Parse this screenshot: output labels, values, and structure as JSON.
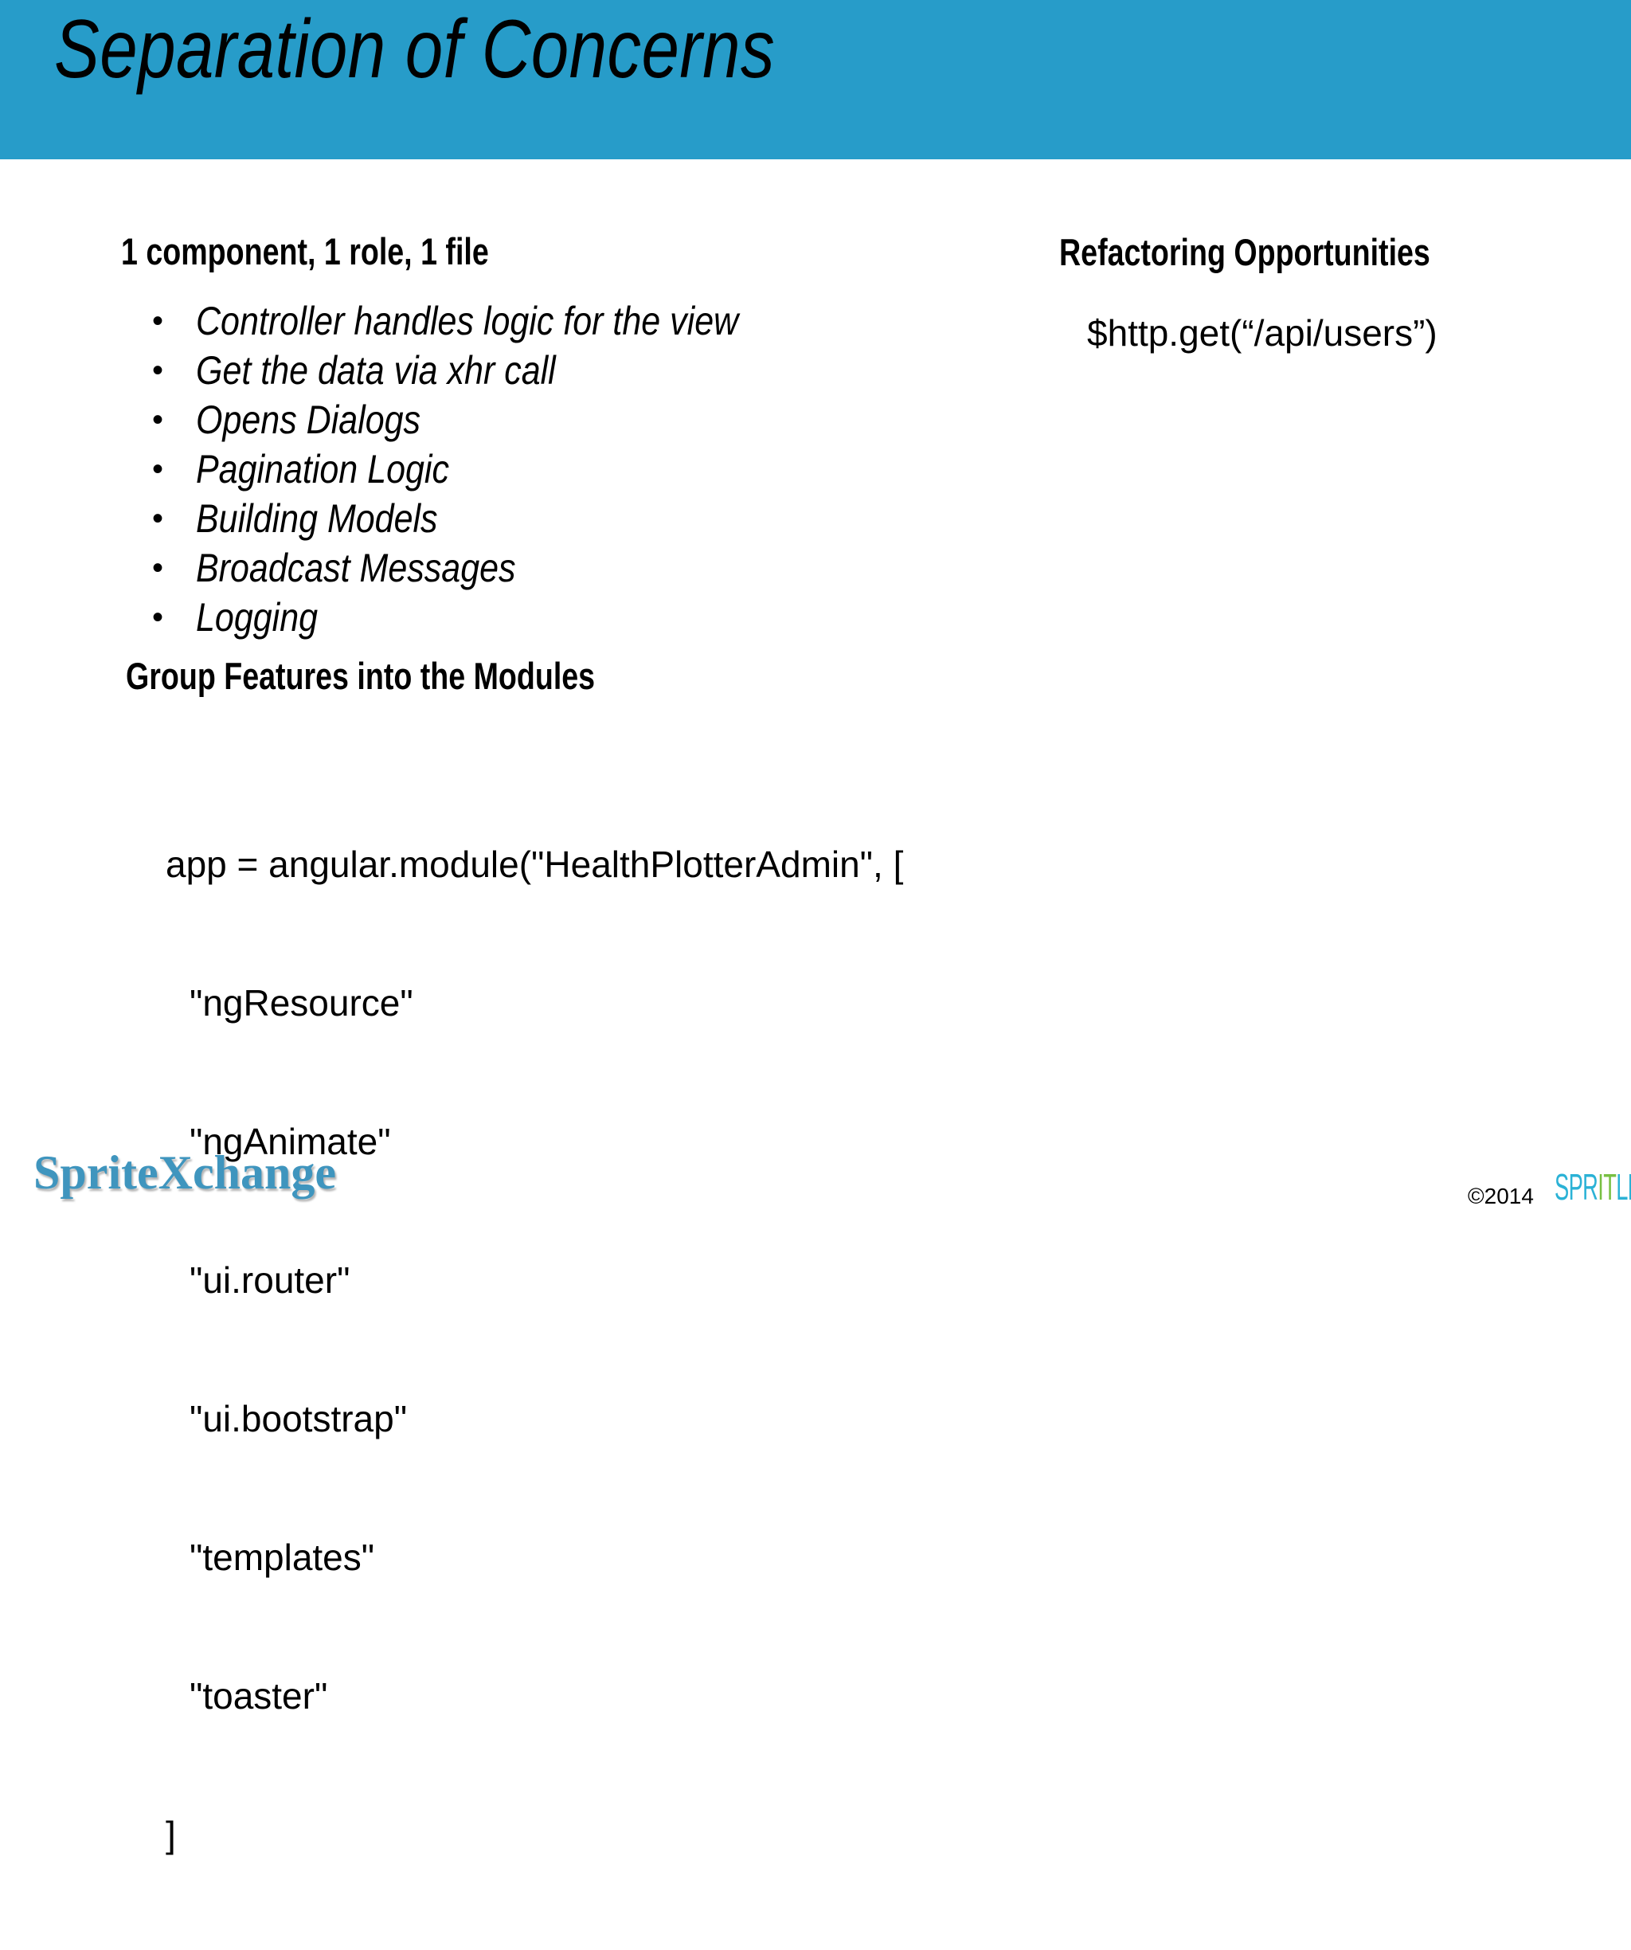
{
  "slide": {
    "title": "Separation of Concerns",
    "header_color": "#279CC9",
    "background_color": "#FFFFFF",
    "text_color": "#000000"
  },
  "left_column": {
    "heading_component": "1 component, 1 role, 1 file",
    "bullets": [
      {
        "bullet_glyph": "•",
        "text": "Controller handles logic for the view"
      },
      {
        "bullet_glyph": "•",
        "text": "Get the data via xhr call"
      },
      {
        "bullet_glyph": "•",
        "text": "Opens Dialogs"
      },
      {
        "bullet_glyph": "•",
        "text": "Pagination Logic"
      },
      {
        "bullet_glyph": "•",
        "text": "Building Models"
      },
      {
        "bullet_glyph": "•",
        "text": "Broadcast Messages"
      },
      {
        "bullet_glyph": "•",
        "text": "Logging"
      }
    ],
    "heading_group_features": "Group Features into the Modules",
    "code_lines": [
      "app = angular.module(\"HealthPlotterAdmin\", [",
      "\"ngResource\"",
      "\"ngAnimate\"",
      "\"ui.router\"",
      "\"ui.bootstrap\"",
      "\"templates\"",
      "\"toaster\"",
      "]"
    ]
  },
  "right_column": {
    "heading_refactoring": "Refactoring Opportunities",
    "snippet": "$http.get(“/api/users”)"
  },
  "footer": {
    "brand_logo": "SpriteXchange",
    "brand_logo_color": "#3F95BE",
    "copyright": "©2014",
    "spritle_logo": {
      "part_1": "SPR",
      "part_2": "IT",
      "part_3": "LE",
      "color_primary": "#2BB2D6",
      "color_accent": "#78C043"
    }
  }
}
